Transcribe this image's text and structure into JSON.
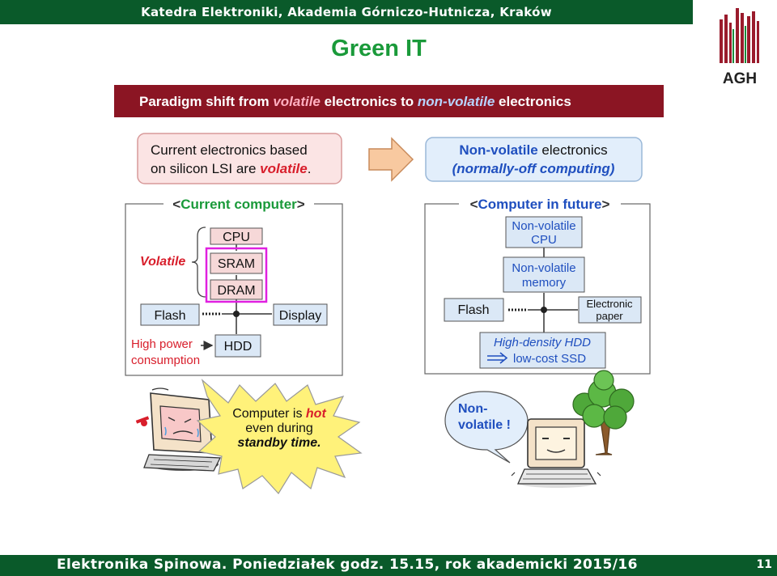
{
  "header": {
    "text": "Katedra Elektroniki, Akademia Górniczo-Hutnicza, Kraków"
  },
  "title": "Green IT",
  "logo": {
    "text": "AGH",
    "color": "#9a1b2c"
  },
  "banner": {
    "prefix": "Paradigm shift from ",
    "word1": "volatile",
    "middle": " electronics to ",
    "word2": "non-volatile",
    "suffix": " electronics"
  },
  "current_box": {
    "line1": "Current electronics based",
    "line2_pre": "on silicon LSI are ",
    "line2_em": "volatile",
    "line2_post": "."
  },
  "future_box": {
    "line1_em": "Non-volatile",
    "line1_rest": " electronics",
    "line2": "(normally-off computing)"
  },
  "current_computer": {
    "heading": "Current computer",
    "volatile_label": "Volatile",
    "cpu": "CPU",
    "sram": "SRAM",
    "dram": "DRAM",
    "flash": "Flash",
    "display": "Display",
    "hdd": "HDD",
    "power_line1": "High power",
    "power_line2": "consumption"
  },
  "future_computer": {
    "heading": "Computer in future",
    "nv_cpu_line1": "Non-volatile",
    "nv_cpu_line2": "CPU",
    "nv_mem_line1": "Non-volatile",
    "nv_mem_line2": "memory",
    "flash": "Flash",
    "epaper_line1": "Electronic",
    "epaper_line2": "paper",
    "storage_line1": "High-density HDD",
    "storage_line2": "low-cost SSD"
  },
  "hot_burst": {
    "line1_pre": "Computer is ",
    "line1_em": "hot",
    "line2": "even during",
    "line3": "standby time."
  },
  "speech": {
    "line1": "Non-",
    "line2": "volatile !"
  },
  "footer": {
    "text": "Elektronika Spinowa. Poniedziałek godz. 15.15, rok akademicki 2015/16",
    "page": "11"
  },
  "colors": {
    "header_green": "#0a5a2a",
    "title_green": "#1a9a3a",
    "banner_red": "#8b1523",
    "accent_red": "#d81e2b",
    "accent_blue": "#1f4fbf",
    "highlight_magenta": "#e020e0"
  }
}
